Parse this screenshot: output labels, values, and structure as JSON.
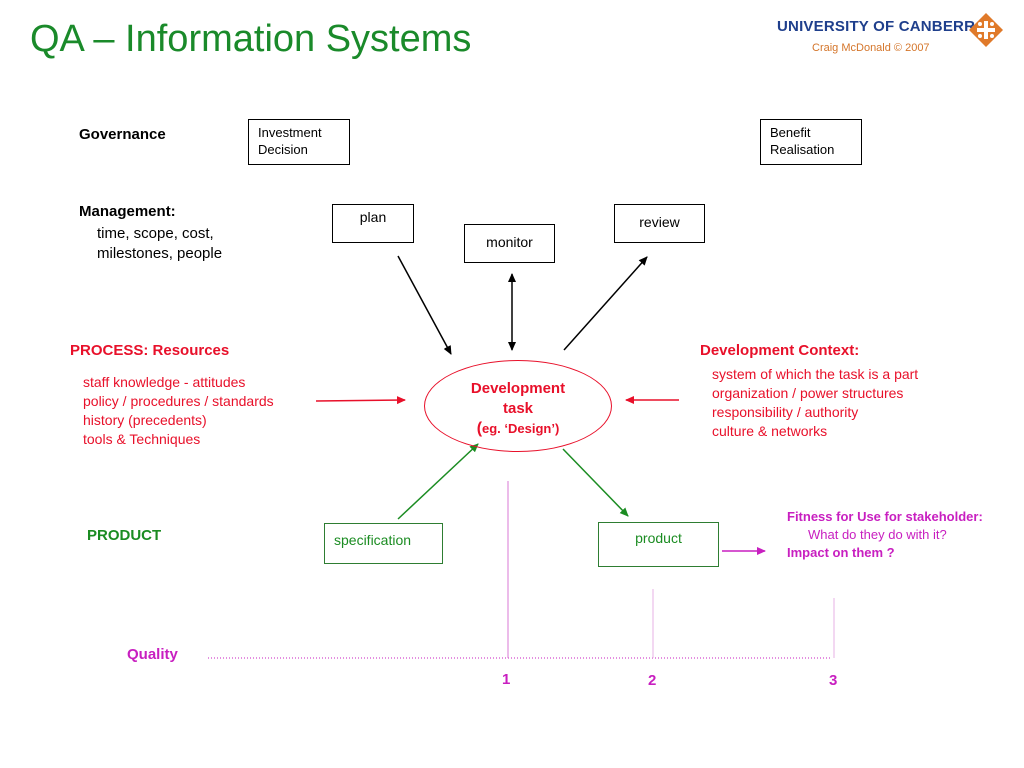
{
  "header": {
    "title": "QA – Information Systems",
    "university": "UNIVERSITY OF CANBERRA",
    "credit": "Craig McDonald © 2007",
    "logo_icon": "diamond-cross-icon",
    "colors": {
      "title": "#1a8a2a",
      "university": "#1f3f8c",
      "logo": "#e07a2a"
    }
  },
  "governance": {
    "label": "Governance",
    "investment": [
      "Investment",
      "Decision"
    ],
    "benefit": [
      "Benefit",
      "Realisation"
    ]
  },
  "management": {
    "label": "Management:",
    "details": [
      "time, scope, cost,",
      "milestones, people"
    ],
    "plan": "plan",
    "monitor": "monitor",
    "review": "review"
  },
  "process": {
    "label": "PROCESS:  Resources",
    "items": [
      "staff knowledge - attitudes",
      "policy / procedures / standards",
      "history (precedents)",
      "tools & Techniques"
    ],
    "color": "#e8102a"
  },
  "context": {
    "label": "Development Context:",
    "items": [
      "system of which the task is a part",
      "organization / power structures",
      "responsibility / authority",
      "culture & networks"
    ]
  },
  "task": {
    "line1": "Development",
    "line2": "task",
    "line3_open": "(",
    "line3": "eg. ‘Design’)"
  },
  "product": {
    "label": "PRODUCT",
    "specification": "specification",
    "product": "product",
    "color": "#1b8c22"
  },
  "fitness": {
    "line1": "Fitness for Use for stakeholder:",
    "line2": "What do they do with it?",
    "line3": "Impact on them ?",
    "color": "#c81fc0"
  },
  "quality": {
    "label": "Quality",
    "markers": [
      "1",
      "2",
      "3"
    ]
  }
}
